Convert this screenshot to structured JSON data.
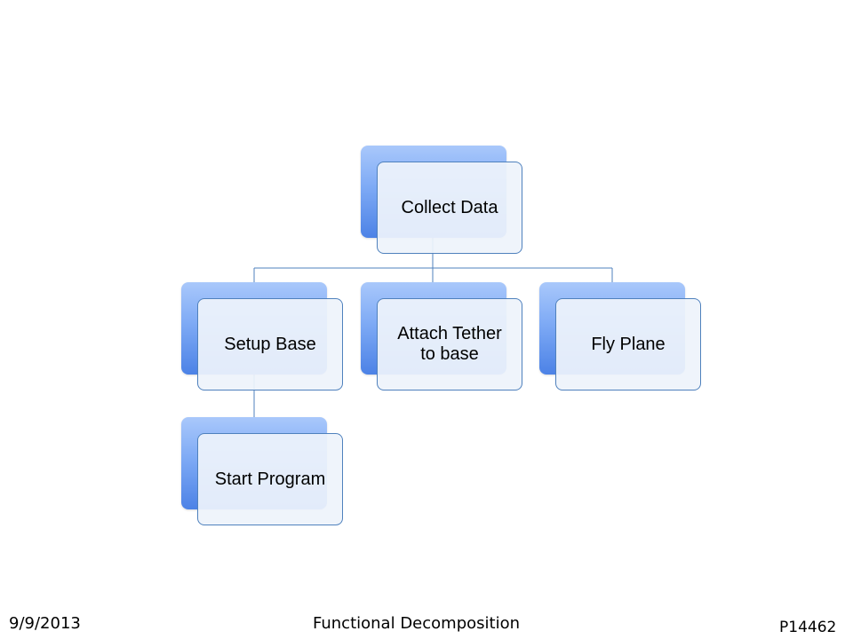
{
  "diagram": {
    "root": {
      "label": "Collect Data"
    },
    "children": [
      {
        "label": "Setup Base"
      },
      {
        "label": "Attach Tether\nto base"
      },
      {
        "label": "Fly Plane"
      }
    ],
    "grandchild": {
      "label": "Start Program"
    }
  },
  "footer": {
    "date": "9/9/2013",
    "title": "Functional Decomposition",
    "code": "P14462"
  },
  "colors": {
    "node_gradient_top": "#a9c8fb",
    "node_gradient_bottom": "#4c82e6",
    "node_border": "#4f81bd",
    "connector": "#4f81bd"
  }
}
